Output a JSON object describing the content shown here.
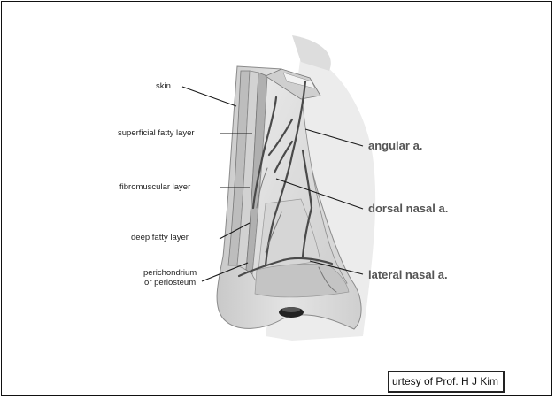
{
  "labels": {
    "skin": "skin",
    "superficial_fatty_layer": "superficial fatty layer",
    "fibromuscular_layer": "fibromuscular layer",
    "deep_fatty_layer": "deep fatty layer",
    "perichondrium_line1": "perichondrium",
    "perichondrium_line2": "or periosteum"
  },
  "arteries": {
    "angular": "angular a.",
    "dorsal_nasal": "dorsal nasal a.",
    "lateral_nasal": "lateral nasal a."
  },
  "credit": "urtesy of Prof. H J Kim",
  "colors": {
    "frame": "#111111",
    "artery_label": "#555555",
    "leader_line": "#1a1a1a"
  }
}
